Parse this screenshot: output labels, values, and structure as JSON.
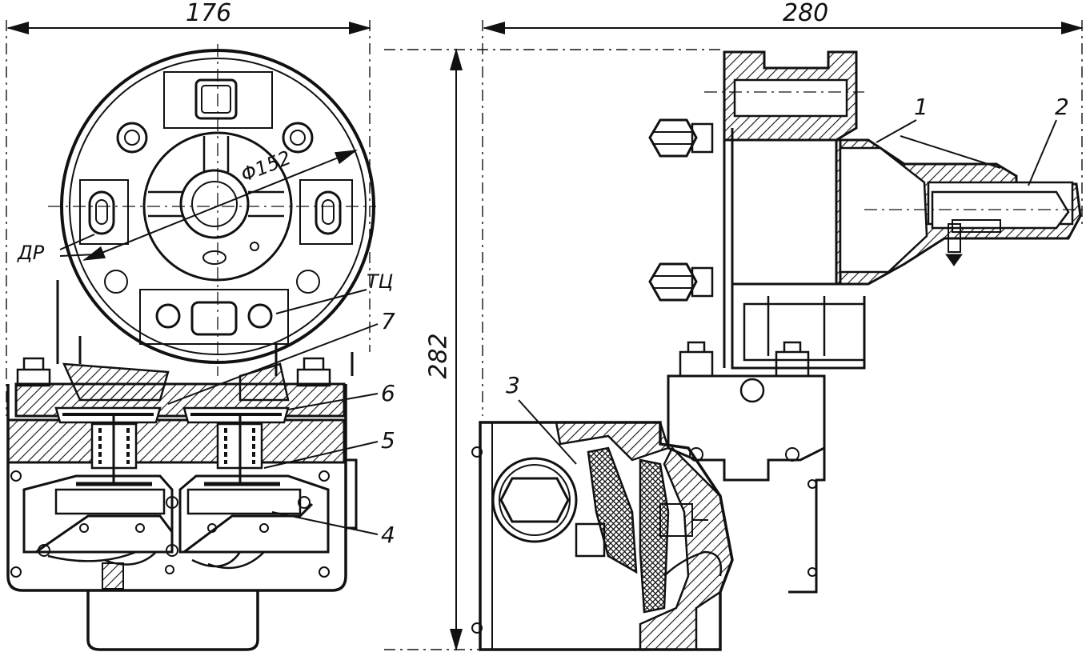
{
  "dimensions": {
    "width_left": "176",
    "width_right": "280",
    "height": "282",
    "diameter": "Φ152"
  },
  "labels": {
    "dr": "ДР",
    "tc": "ТЦ",
    "n1": "1",
    "n2": "2",
    "n3": "3",
    "n4": "4",
    "n5": "5",
    "n6": "6",
    "n7": "7"
  },
  "colors": {
    "line": "#111111",
    "background": "#ffffff"
  }
}
